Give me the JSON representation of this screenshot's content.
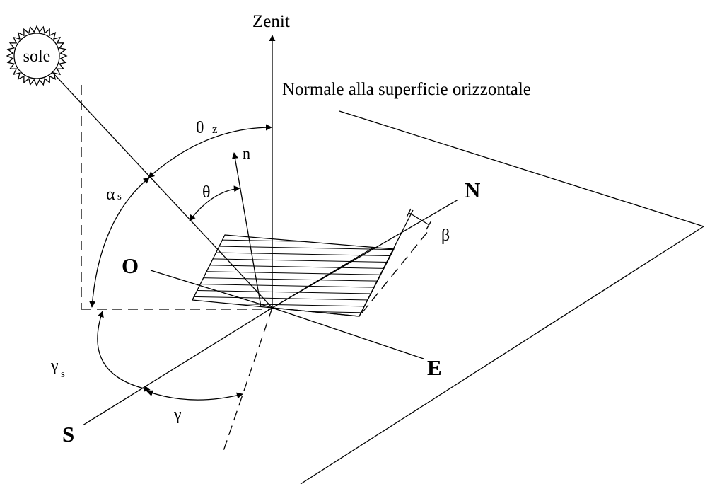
{
  "labels": {
    "zenith": "Zenit",
    "sun": "sole",
    "normal_caption": "Normale alla superficie orizzontale",
    "theta_z": "θ",
    "theta_z_sub": "z",
    "theta": "θ",
    "n": "n",
    "alpha_s": "α",
    "alpha_s_sub": "s",
    "north": "N",
    "east": "E",
    "south": "S",
    "west": "O",
    "beta": "β",
    "gamma_s": "γ",
    "gamma_s_sub": "s",
    "gamma": "γ"
  },
  "colors": {
    "stroke": "#000000",
    "background": "#ffffff"
  }
}
